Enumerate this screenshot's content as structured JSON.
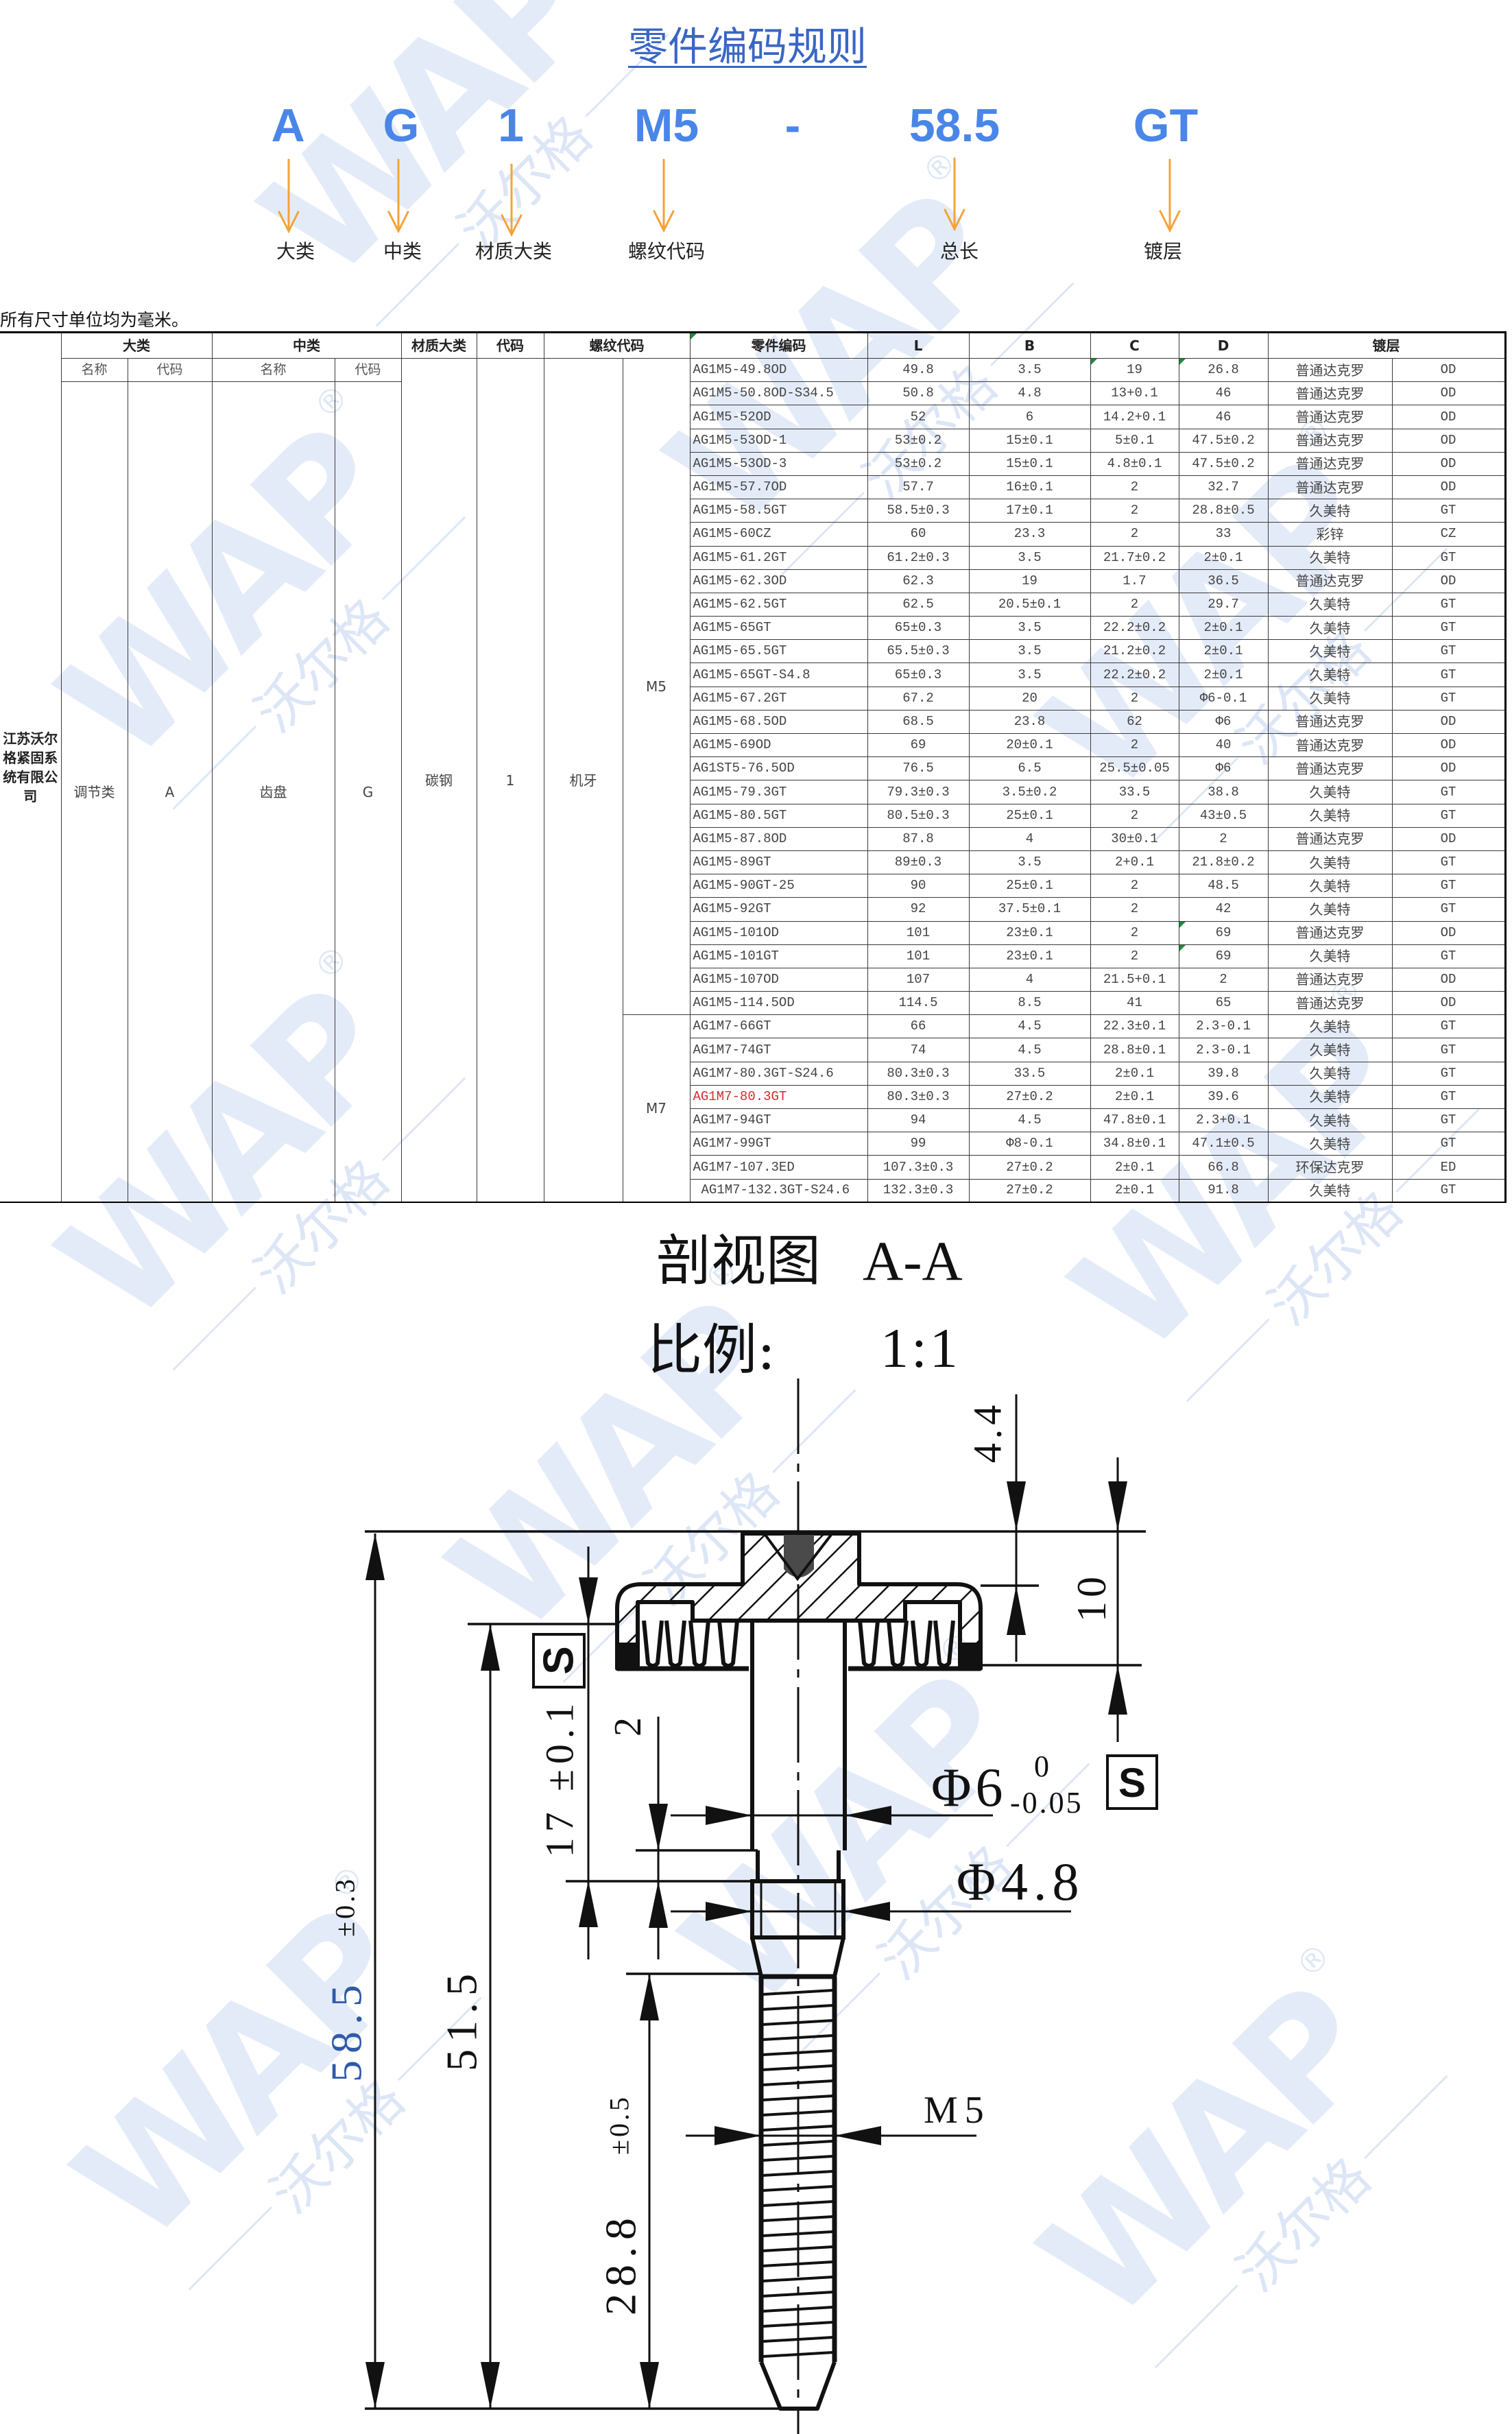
{
  "watermark": {
    "logo": "WAP",
    "registered": "®",
    "tagline": "沃尔格",
    "color": "#e4ebf8"
  },
  "code_rule": {
    "title": "零件编码规则",
    "segments": [
      {
        "code": "A",
        "label": "大类"
      },
      {
        "code": "G",
        "label": "中类"
      },
      {
        "code": "1",
        "label": "材质大类"
      },
      {
        "code": "M5",
        "label": "螺纹代码"
      },
      {
        "code": "-",
        "label": ""
      },
      {
        "code": "58.5",
        "label": "总长"
      },
      {
        "code": "GT",
        "label": "镀层"
      }
    ],
    "colors": {
      "title": "#3a66c4",
      "code": "#4a86e8",
      "arrow": "#f3a33a"
    }
  },
  "note": "所有尺寸单位均为毫米。",
  "table": {
    "headers": {
      "major": "大类",
      "mid": "中类",
      "material": "材质大类",
      "material_code": "代码",
      "thread_code": "螺纹代码",
      "part_code": "零件编码",
      "L": "L",
      "B": "B",
      "C": "C",
      "D": "D",
      "plating": "镀层",
      "name": "名称",
      "code": "代码"
    },
    "company": "江苏沃尔格紧固系统有限公司",
    "major_name": "调节类",
    "major_code": "A",
    "mid_name": "齿盘",
    "mid_code": "G",
    "material": "碳钢",
    "material_code": "1",
    "thread_type": "机牙",
    "thread_groups": [
      {
        "label": "M5",
        "rows": 28
      },
      {
        "label": "M7",
        "rows": 8
      }
    ],
    "highlight_color": "#d62b2b",
    "rows": [
      {
        "code": "AG1M5-49.8OD",
        "L": "49.8",
        "B": "3.5",
        "C": "19",
        "D": "26.8",
        "plating": "普通达克罗",
        "plating_code": "OD"
      },
      {
        "code": "AG1M5-50.8OD-S34.5",
        "L": "50.8",
        "B": "4.8",
        "C": "13+0.1",
        "D": "46",
        "plating": "普通达克罗",
        "plating_code": "OD"
      },
      {
        "code": "AG1M5-52OD",
        "L": "52",
        "B": "6",
        "C": "14.2+0.1",
        "D": "46",
        "plating": "普通达克罗",
        "plating_code": "OD"
      },
      {
        "code": "AG1M5-53OD-1",
        "L": "53±0.2",
        "B": "15±0.1",
        "C": "5±0.1",
        "D": "47.5±0.2",
        "plating": "普通达克罗",
        "plating_code": "OD"
      },
      {
        "code": "AG1M5-53OD-3",
        "L": "53±0.2",
        "B": "15±0.1",
        "C": "4.8±0.1",
        "D": "47.5±0.2",
        "plating": "普通达克罗",
        "plating_code": "OD"
      },
      {
        "code": "AG1M5-57.7OD",
        "L": "57.7",
        "B": "16±0.1",
        "C": "2",
        "D": "32.7",
        "plating": "普通达克罗",
        "plating_code": "OD"
      },
      {
        "code": "AG1M5-58.5GT",
        "L": "58.5±0.3",
        "B": "17±0.1",
        "C": "2",
        "D": "28.8±0.5",
        "plating": "久美特",
        "plating_code": "GT"
      },
      {
        "code": "AG1M5-60CZ",
        "L": "60",
        "B": "23.3",
        "C": "2",
        "D": "33",
        "plating": "彩锌",
        "plating_code": "CZ"
      },
      {
        "code": "AG1M5-61.2GT",
        "L": "61.2±0.3",
        "B": "3.5",
        "C": "21.7±0.2",
        "D": "2±0.1",
        "plating": "久美特",
        "plating_code": "GT"
      },
      {
        "code": "AG1M5-62.3OD",
        "L": "62.3",
        "B": "19",
        "C": "1.7",
        "D": "36.5",
        "plating": "普通达克罗",
        "plating_code": "OD"
      },
      {
        "code": "AG1M5-62.5GT",
        "L": "62.5",
        "B": "20.5±0.1",
        "C": "2",
        "D": "29.7",
        "plating": "久美特",
        "plating_code": "GT"
      },
      {
        "code": "AG1M5-65GT",
        "L": "65±0.3",
        "B": "3.5",
        "C": "22.2±0.2",
        "D": "2±0.1",
        "plating": "久美特",
        "plating_code": "GT"
      },
      {
        "code": "AG1M5-65.5GT",
        "L": "65.5±0.3",
        "B": "3.5",
        "C": "21.2±0.2",
        "D": "2±0.1",
        "plating": "久美特",
        "plating_code": "GT"
      },
      {
        "code": "AG1M5-65GT-S4.8",
        "L": "65±0.3",
        "B": "3.5",
        "C": "22.2±0.2",
        "D": "2±0.1",
        "plating": "久美特",
        "plating_code": "GT"
      },
      {
        "code": "AG1M5-67.2GT",
        "L": "67.2",
        "B": "20",
        "C": "2",
        "D": "Φ6-0.1",
        "plating": "久美特",
        "plating_code": "GT"
      },
      {
        "code": "AG1M5-68.5OD",
        "L": "68.5",
        "B": "23.8",
        "C": "62",
        "D": "Φ6",
        "plating": "普通达克罗",
        "plating_code": "OD"
      },
      {
        "code": "AG1M5-69OD",
        "L": "69",
        "B": "20±0.1",
        "C": "2",
        "D": "40",
        "plating": "普通达克罗",
        "plating_code": "OD"
      },
      {
        "code": "AG1ST5-76.5OD",
        "L": "76.5",
        "B": "6.5",
        "C": "25.5±0.05",
        "D": "Φ6",
        "plating": "普通达克罗",
        "plating_code": "OD"
      },
      {
        "code": "AG1M5-79.3GT",
        "L": "79.3±0.3",
        "B": "3.5±0.2",
        "C": "33.5",
        "D": "38.8",
        "plating": "久美特",
        "plating_code": "GT"
      },
      {
        "code": "AG1M5-80.5GT",
        "L": "80.5±0.3",
        "B": "25±0.1",
        "C": "2",
        "D": "43±0.5",
        "plating": "久美特",
        "plating_code": "GT"
      },
      {
        "code": "AG1M5-87.8OD",
        "L": "87.8",
        "B": "4",
        "C": "30±0.1",
        "D": "2",
        "plating": "普通达克罗",
        "plating_code": "OD"
      },
      {
        "code": "AG1M5-89GT",
        "L": "89±0.3",
        "B": "3.5",
        "C": "2+0.1",
        "D": "21.8±0.2",
        "plating": "久美特",
        "plating_code": "GT"
      },
      {
        "code": "AG1M5-90GT-25",
        "L": "90",
        "B": "25±0.1",
        "C": "2",
        "D": "48.5",
        "plating": "久美特",
        "plating_code": "GT"
      },
      {
        "code": "AG1M5-92GT",
        "L": "92",
        "B": "37.5±0.1",
        "C": "2",
        "D": "42",
        "plating": "久美特",
        "plating_code": "GT"
      },
      {
        "code": "AG1M5-101OD",
        "L": "101",
        "B": "23±0.1",
        "C": "2",
        "D": "69",
        "plating": "普通达克罗",
        "plating_code": "OD"
      },
      {
        "code": "AG1M5-101GT",
        "L": "101",
        "B": "23±0.1",
        "C": "2",
        "D": "69",
        "plating": "久美特",
        "plating_code": "GT"
      },
      {
        "code": "AG1M5-107OD",
        "L": "107",
        "B": "4",
        "C": "21.5+0.1",
        "D": "2",
        "plating": "普通达克罗",
        "plating_code": "OD"
      },
      {
        "code": "AG1M5-114.5OD",
        "L": "114.5",
        "B": "8.5",
        "C": "41",
        "D": "65",
        "plating": "普通达克罗",
        "plating_code": "OD"
      },
      {
        "code": "AG1M7-66GT",
        "L": "66",
        "B": "4.5",
        "C": "22.3±0.1",
        "D": "2.3-0.1",
        "plating": "久美特",
        "plating_code": "GT"
      },
      {
        "code": "AG1M7-74GT",
        "L": "74",
        "B": "4.5",
        "C": "28.8±0.1",
        "D": "2.3-0.1",
        "plating": "久美特",
        "plating_code": "GT"
      },
      {
        "code": "AG1M7-80.3GT-S24.6",
        "L": "80.3±0.3",
        "B": "33.5",
        "C": "2±0.1",
        "D": "39.8",
        "plating": "久美特",
        "plating_code": "GT"
      },
      {
        "code": "AG1M7-80.3GT",
        "L": "80.3±0.3",
        "B": "27±0.2",
        "C": "2±0.1",
        "D": "39.6",
        "plating": "久美特",
        "plating_code": "GT",
        "highlight": true
      },
      {
        "code": "AG1M7-94GT",
        "L": "94",
        "B": "4.5",
        "C": "47.8±0.1",
        "D": "2.3+0.1",
        "plating": "久美特",
        "plating_code": "GT"
      },
      {
        "code": "AG1M7-99GT",
        "L": "99",
        "B": "Φ8-0.1",
        "C": "34.8±0.1",
        "D": "47.1±0.5",
        "plating": "久美特",
        "plating_code": "GT"
      },
      {
        "code": "AG1M7-107.3ED",
        "L": "107.3±0.3",
        "B": "27±0.2",
        "C": "2±0.1",
        "D": "66.8",
        "plating": "环保达克罗",
        "plating_code": "ED"
      },
      {
        "code": "AG1M7-132.3GT-S24.6",
        "L": "132.3±0.3",
        "B": "27±0.2",
        "C": "2±0.1",
        "D": "91.8",
        "plating": "久美特",
        "plating_code": "GT"
      }
    ]
  },
  "drawing": {
    "title_view": "剖视图",
    "title_section": "A-A",
    "scale_label": "比例:",
    "scale_value": "1:1",
    "dims": {
      "head_height": "4.4",
      "head_total": "10",
      "total_length": "58.5",
      "total_length_tol": "±0.3",
      "length_below_head": "51.5",
      "shank_length": "17 ±0.1",
      "neck_length": "2",
      "thread_length": "28.8",
      "thread_length_tol": "±0.5",
      "shank_dia": "Φ6",
      "shank_dia_tol_upper": "0",
      "shank_dia_tol_lower": "-0.05",
      "neck_dia": "Φ4.8",
      "thread": "M5",
      "special_char": "S"
    }
  }
}
